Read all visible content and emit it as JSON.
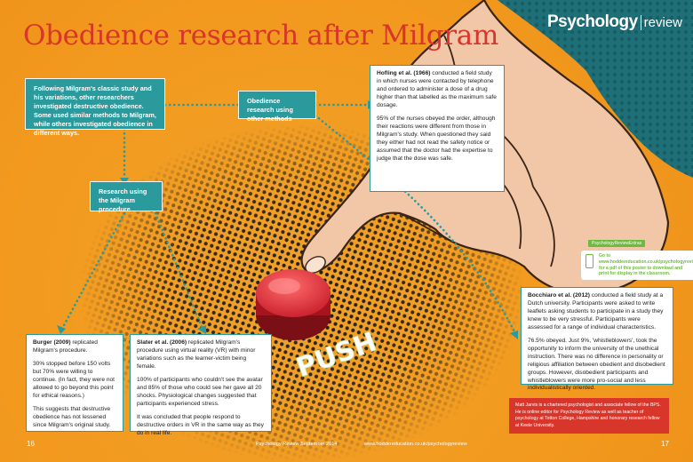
{
  "title": "Obedience research after Milgram",
  "brand": {
    "name": "Psychology",
    "sub": "review"
  },
  "intro_box": "Following Milgram's classic study and his variations, other researchers investigated destructive obedience. Some used similar methods to Milgram, while others investigated obedience in different ways.",
  "other_methods_box": "Obedience research using other methods",
  "milgram_procedure_box": "Research using the Milgram procedure",
  "hofling": {
    "name": "Hofling et al. (1966)",
    "lead": " conducted a field study in which nurses were contacted by telephone and ordered to administer a dose of a drug higher than that labelled as the maximum safe dosage.",
    "p2": "95% of the nurses obeyed the order, although their reactions were different from those in Milgram's study. When questioned they said they either had not read the safety notice or assumed that the doctor had the expertise to judge that the dose was safe."
  },
  "burger": {
    "name": "Burger (2009)",
    "lead": " replicated Milgram's procedure.",
    "p2": "30% stopped before 150 volts but 70% were willing to continue. (In fact, they were not allowed to go beyond this point for ethical reasons.)",
    "p3": "This suggests that destructive obedience has not lessened since Milgram's original study."
  },
  "slater": {
    "name": "Slater et al. (2006)",
    "lead": " replicated Milgram's procedure using virtual reality (VR) with minor variations such as the learner-victim being female.",
    "p2": "100% of participants who couldn't see the avatar and 85% of those who could see her gave all 20 shocks. Physiological changes suggested that participants experienced stress.",
    "p3": "It was concluded that people respond to destructive orders in VR in the same way as they do in real life."
  },
  "bocchiaro": {
    "name": "Bocchiaro et al. (2012)",
    "lead": " conducted a field study at a Dutch university. Participants were asked to write leaflets asking students to participate in a study they knew to be very stressful. Participants were assessed for a range of individual characteristics.",
    "p2": "76.5% obeyed. Just 9%, 'whistleblowers', took the opportunity to inform the university of the unethical instruction. There was no difference in personality or religious affiliation between obedient and disobedient groups. However, disobedient participants and whistleblowers were more pro-social and less individualistically oriented."
  },
  "extras": {
    "tag": "PsychologyReviewExtras",
    "text": "Go to www.hoddereducation.co.uk/psychologyreviewextras for a pdf of this poster to download and print for display in the classroom."
  },
  "author": "Matt Jarvis is a chartered psychologist and associate fellow of the BPS. He is online editor for Psychology Review as well as teacher of psychology at Totton College, Hampshire and honorary research fellow at Keele University.",
  "push_label": "PUSH",
  "footer": {
    "page_left": "16",
    "page_right": "17",
    "issue": "Psychology Review September 2014",
    "url": "www.hoddereducation.co.uk/psychologyreview"
  },
  "colors": {
    "background": "#f29a1f",
    "title": "#d8352b",
    "teal": "#2a9a9c",
    "button": "#e0303a",
    "skin": "#f2c7a8",
    "sleeve": "#1e6f78"
  }
}
